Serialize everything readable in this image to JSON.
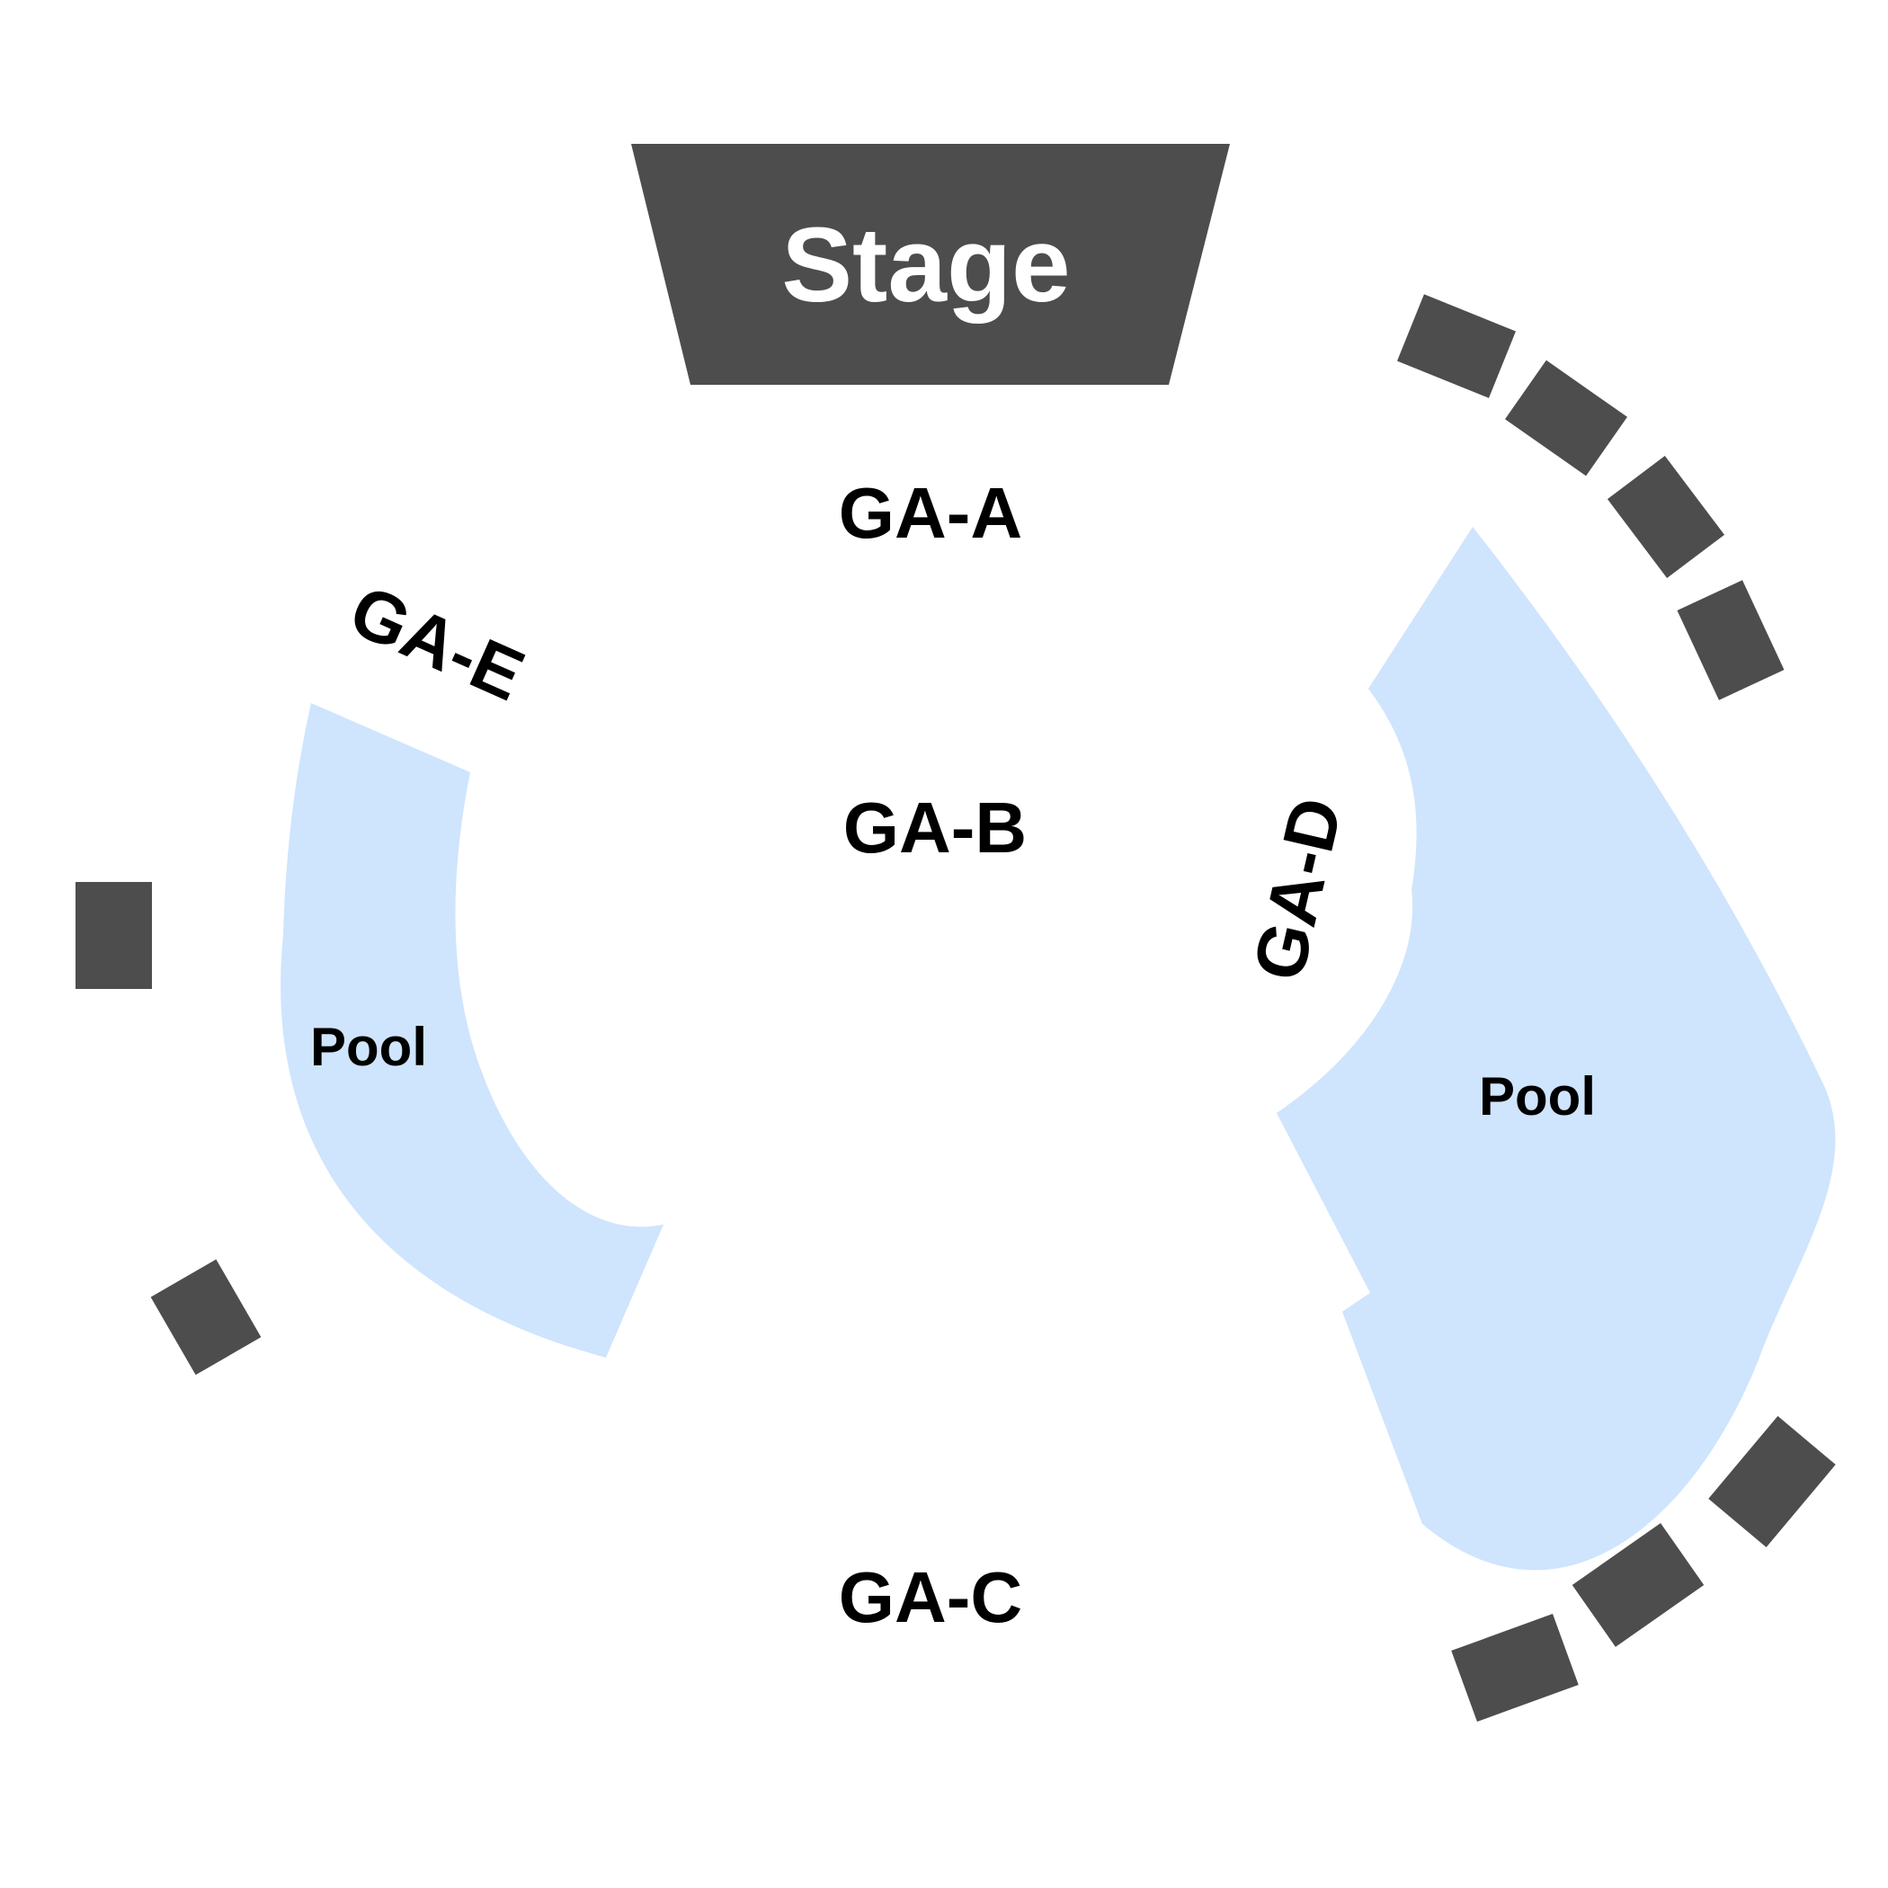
{
  "colors": {
    "stage": "#4d4d4d",
    "pool": "#cfe4fd",
    "seat_block": "#4d4d4d",
    "label_text": "#000000",
    "stage_text": "#ffffff",
    "background": "#ffffff"
  },
  "stage": {
    "label": "Stage"
  },
  "zones": {
    "ga_a": "GA-A",
    "ga_b": "GA-B",
    "ga_c": "GA-C",
    "ga_d": "GA-D",
    "ga_e": "GA-E"
  },
  "pools": {
    "left": "Pool",
    "right": "Pool"
  }
}
